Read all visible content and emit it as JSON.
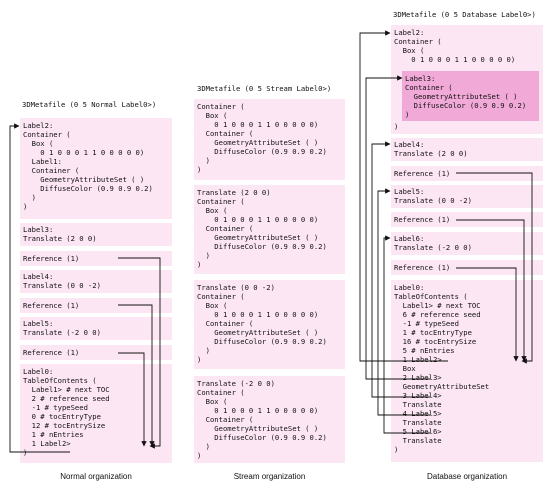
{
  "normal": {
    "header": "3DMetafile (0 5 Normal Label0>)",
    "box1": [
      "Label2:",
      "Container (",
      "  Box (",
      "    0 1 0 0 0 1 1 0 0 0 0 0)",
      "  Label1:",
      "  Container (",
      "    GeometryAttributeSet ( )",
      "    DiffuseColor (0.9 0.9 0.2)",
      "  )",
      ")"
    ],
    "box2": [
      "Label3:",
      "Translate (2 0 0)"
    ],
    "box3": [
      "Reference (1)"
    ],
    "box4": [
      "Label4:",
      "Translate (0 0 -2)"
    ],
    "box5": [
      "Reference (1)"
    ],
    "box6": [
      "Label5:",
      "Translate (-2 0 0)"
    ],
    "box7": [
      "Reference (1)"
    ],
    "box8": [
      "Label0:",
      "TableOfContents (",
      "  Label1> # next TOC",
      "  2 # reference seed",
      "  -1 # typeSeed",
      "  0 # tocEntryType",
      "  12 # tocEntrySize",
      "  1 # nEntries",
      "  1 Label2>",
      ")"
    ],
    "caption": "Normal organization"
  },
  "stream": {
    "header": "3DMetafile (0 5 Stream Label0>)",
    "box1": [
      "Container (",
      "  Box (",
      "    0 1 0 0 0 1 1 0 0 0 0 0)",
      "  Container (",
      "    GeometryAttributeSet ( )",
      "    DiffuseColor (0.9 0.9 0.2)",
      "  )",
      ")"
    ],
    "box2": [
      "Translate (2 0 0)",
      "Container (",
      "  Box (",
      "    0 1 0 0 0 1 1 0 0 0 0 0)",
      "  Container (",
      "    GeometryAttributeSet ( )",
      "    DiffuseColor (0.9 0.9 0.2)",
      "  )",
      ")"
    ],
    "box3": [
      "Translate (0 0 -2)",
      "Container (",
      "  Box (",
      "    0 1 0 0 0 1 1 0 0 0 0 0)",
      "  Container (",
      "    GeometryAttributeSet ( )",
      "    DiffuseColor (0.9 0.9 0.2)",
      "  )",
      ")"
    ],
    "box4": [
      "Translate (-2 0 0)",
      "Container (",
      "  Box (",
      "    0 1 0 0 0 1 1 0 0 0 0 0)",
      "  Container (",
      "    GeometryAttributeSet ( )",
      "    DiffuseColor (0.9 0.9 0.2)",
      "  )",
      ")"
    ],
    "caption": "Stream organization"
  },
  "database": {
    "header": "3DMetafile (0 5 Database Label0>)",
    "box1": [
      "Label2:",
      "Container (",
      "  Box (",
      "    0 1 0 0 0 1 1 0 0 0 0 0)"
    ],
    "box1_inner": [
      "Label3:",
      "Container (",
      "  GeometryAttributeSet ( )",
      "  DiffuseColor (0.9 0.9 0.2)",
      ")"
    ],
    "box1_close": ")",
    "box2": [
      "Label4:",
      "Translate (2 0 0)"
    ],
    "box3": [
      "Reference (1)"
    ],
    "box4": [
      "Label5:",
      "Translate (0 0 -2)"
    ],
    "box5": [
      "Reference (1)"
    ],
    "box6": [
      "Label6:",
      "Translate (-2 0 0)"
    ],
    "box7": [
      "Reference (1)"
    ],
    "box8": [
      "Label0:",
      "TableOfContents (",
      "  Label1> # next TOC",
      "  6 # reference seed",
      "  -1 # typeSeed",
      "  1 # tocEntryType",
      "  16 # tocEntrySize",
      "  5 # nEntries",
      "  1 Label2>",
      "  Box",
      "  2 Label3>",
      "  GeometryAttributeSet",
      "  3 Label4>",
      "  Translate",
      "  4 Label5>",
      "  Translate",
      "  5 Label6>",
      "  Translate",
      ")"
    ],
    "caption": "Database organization"
  }
}
